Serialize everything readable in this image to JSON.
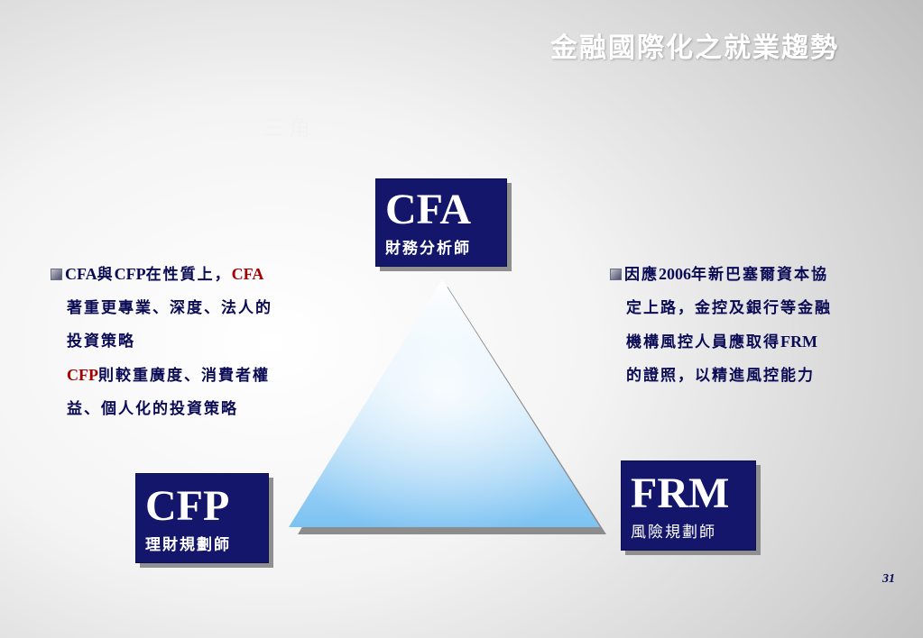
{
  "slide": {
    "title": "金融國際化之就業趨勢",
    "faint_subtitle": "三角",
    "page_number": "31"
  },
  "boxes": {
    "cfa": {
      "abbr": "CFA",
      "sub": "財務分析師"
    },
    "cfp": {
      "abbr": "CFP",
      "sub": "理財規劃師"
    },
    "frm": {
      "abbr": "FRM",
      "sub": "風險規劃師"
    }
  },
  "left_text": {
    "line1_a": "CFA",
    "line1_b": "與",
    "line1_c": "CFP",
    "line1_d": "在性質上，",
    "line1_e": "CFA",
    "line2": "著重更專業、深度、法人的",
    "line3": "投資策略",
    "line4_a": "CFP",
    "line4_b": "則較重廣度、消費者權",
    "line5": "益、個人化的投資策略"
  },
  "right_text": {
    "line1_a": "因應",
    "line1_b": "2006",
    "line1_c": "年新巴塞爾資本協",
    "line2": "定上路，金控及銀行等金融",
    "line3_a": "機構風控人員應取得",
    "line3_b": "FRM",
    "line4": "的證照，以精進風控能力"
  },
  "colors": {
    "box_bg": "#13166a",
    "text_navy": "#0a0a55",
    "highlight_red": "#a00000",
    "triangle_light": "#dff1ff",
    "triangle_dark": "#78bff0"
  }
}
